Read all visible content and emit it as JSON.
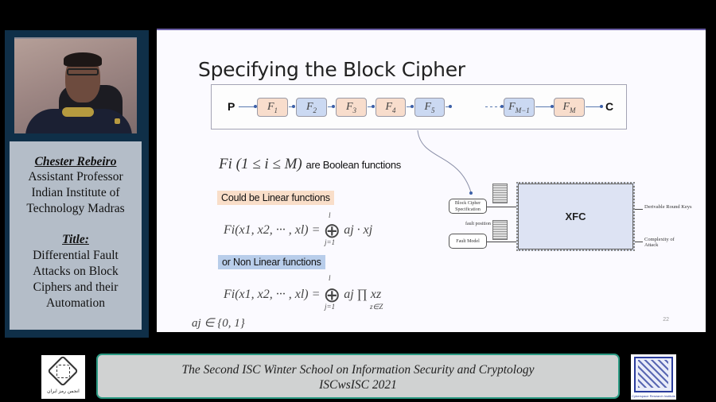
{
  "speaker": {
    "name": "Chester Rebeiro",
    "position": "Assistant Professor",
    "affiliation_lines": [
      "Indian Institute of",
      "Technology Madras"
    ],
    "title_label": "Title:",
    "talk_title_lines": [
      "Differential Fault",
      "Attacks on Block",
      "Ciphers and their",
      "Automation"
    ]
  },
  "slide": {
    "title": "Specifying the Block Cipher",
    "chain": {
      "input": "P",
      "output": "C",
      "boxes": [
        {
          "base": "F",
          "sub": "1",
          "color": "peach"
        },
        {
          "base": "F",
          "sub": "2",
          "color": "blue"
        },
        {
          "base": "F",
          "sub": "3",
          "color": "peach"
        },
        {
          "base": "F",
          "sub": "4",
          "color": "peach"
        },
        {
          "base": "F",
          "sub": "5",
          "color": "blue"
        },
        {
          "base": "F",
          "sub": "M−1",
          "color": "blue"
        },
        {
          "base": "F",
          "sub": "M",
          "color": "peach"
        }
      ]
    },
    "statement_math": "Fi  (1 ≤ i ≤ M)",
    "statement_text": "are Boolean functions",
    "linear_tag": "Could be Linear functions",
    "linear_eq_lhs": "Fi(x1, x2, ··· , xl) =",
    "linear_eq_rhs": "aj · xj",
    "nonlinear_tag": "or Non Linear functions",
    "nonlinear_eq_lhs": "Fi(x1, x2, ··· , xl) =",
    "nonlinear_eq_rhs": "aj ∏ xz",
    "sum_upper": "l",
    "sum_lower": "j=1",
    "prod_lower": "z∈Z",
    "coef_domain": "aj ∈ {0, 1}",
    "diagram": {
      "input_top": "Block Cipher Specification",
      "fault_position": "fault position",
      "input_bottom": "Fault Model",
      "core": "XFC",
      "output_top": "Derivable Round Keys",
      "output_bottom": "Complexity of Attack"
    },
    "page_number": "22"
  },
  "footer": {
    "line1": "The Second ISC Winter School on Information Security and Cryptology",
    "line2": "ISCwsISC 2021",
    "logo_left_text": "انجمن رمز ایران",
    "logo_right_text": "Cyberspace Research Institute"
  },
  "colors": {
    "panel_bg": "#0f2f48",
    "info_bg": "#b4bdc8",
    "peach": "#f8ddcc",
    "blue": "#cbd9f2",
    "banner_border": "#2b9a83"
  }
}
